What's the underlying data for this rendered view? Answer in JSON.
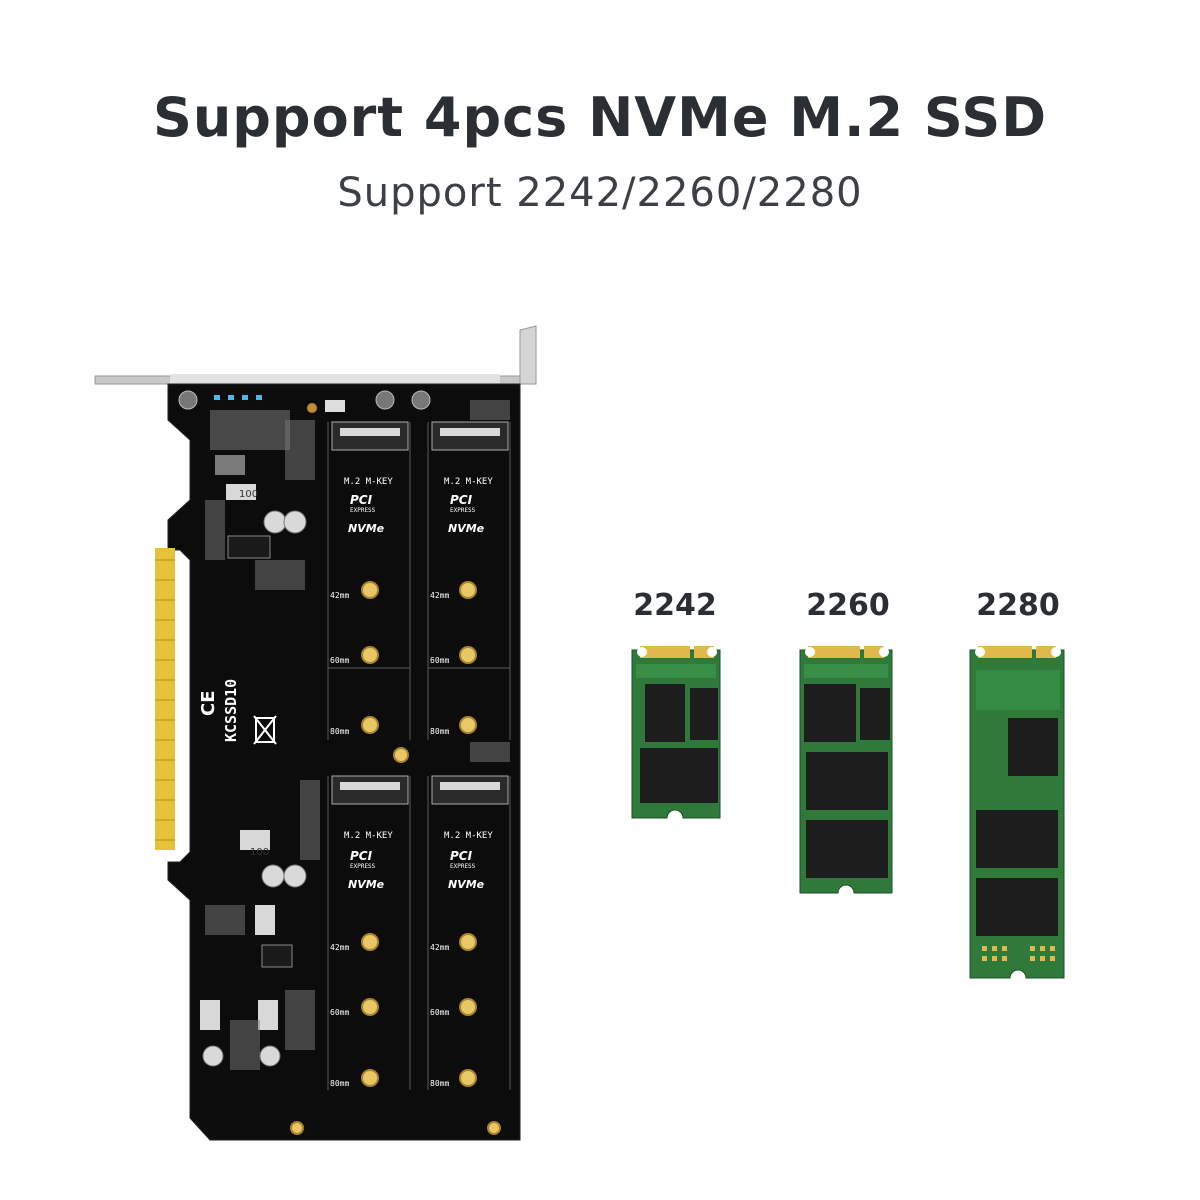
{
  "header": {
    "title": "Support 4pcs NVMe M.2 SSD",
    "subtitle": "Support 2242/2260/2280"
  },
  "card": {
    "model": "KCSSD10",
    "slot_key_label": "M.2 M-KEY",
    "pci_logo": "PCI",
    "pci_sub": "EXPRESS",
    "nvme_logo": "NVMe",
    "mount_labels": [
      "42mm",
      "60mm",
      "80mm"
    ],
    "inductor_label": "100"
  },
  "ssds": [
    {
      "label": "2242"
    },
    {
      "label": "2260"
    },
    {
      "label": "2280"
    }
  ],
  "colors": {
    "pcb": "#0c0c0c",
    "gold": "#e6c23a",
    "bracket": "#cfcfcf",
    "ssd_green": "#2f7a3a"
  }
}
